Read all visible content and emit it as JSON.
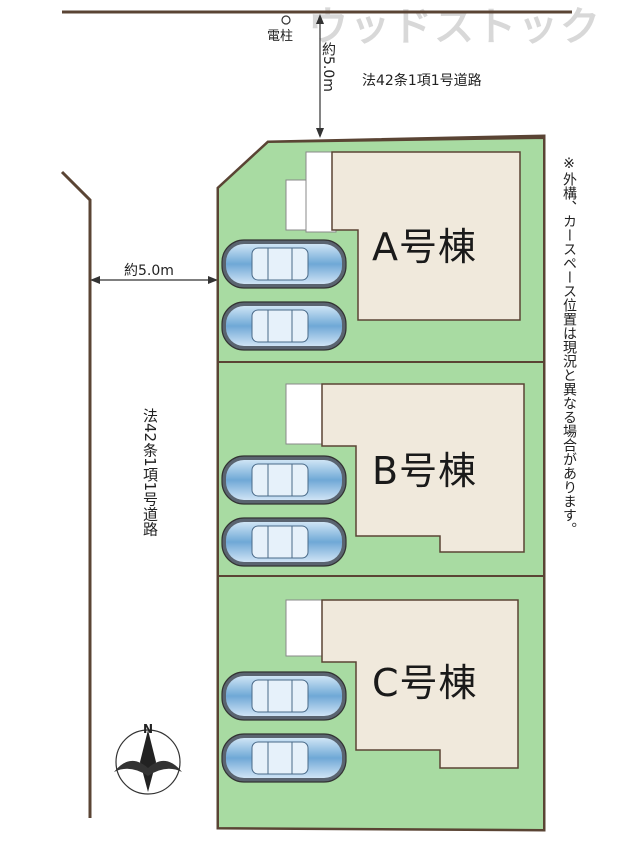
{
  "watermark": "ウッドストック",
  "top_road": {
    "pole_label": "電柱",
    "distance": "約5.0m",
    "road_type": "法42条1項1号道路"
  },
  "left_road": {
    "distance": "約5.0m",
    "road_type": "法42条1項1号道路"
  },
  "buildings": [
    {
      "label": "A号棟"
    },
    {
      "label": "B号棟"
    },
    {
      "label": "C号棟"
    }
  ],
  "note": "※外構、カースペース位置は現況と異なる場合があります。",
  "compass": {
    "north_label": "N"
  },
  "colors": {
    "lot_green": "#a8dba2",
    "building_fill": "#f0e9dc",
    "outline": "#5a4434",
    "car_blue": "#6fa8d6"
  }
}
